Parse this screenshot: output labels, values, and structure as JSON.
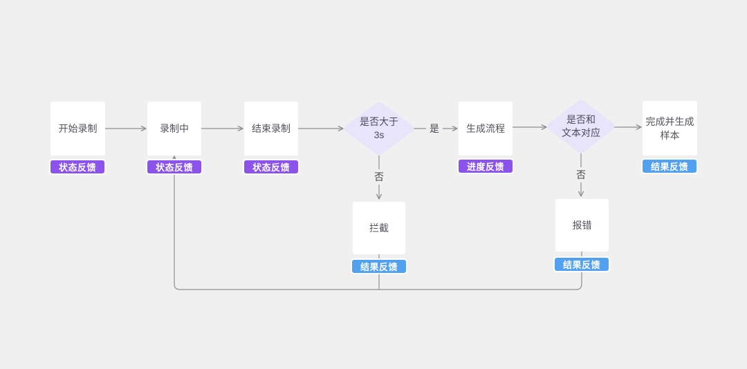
{
  "diagram": {
    "background": "#F0F0F1",
    "colors": {
      "purple_badge": "#8B53EC",
      "blue_badge": "#51A1F0",
      "diamond_fill": "#E8E4FA",
      "box_fill": "#FFFFFF",
      "line": "#8E8E8E"
    },
    "nodes": [
      {
        "id": "start-recording",
        "shape": "box",
        "lines": [
          "开始录制"
        ],
        "badge": "状态反馈",
        "badge_color": "purple"
      },
      {
        "id": "recording",
        "shape": "box",
        "lines": [
          "录制中"
        ],
        "badge": "状态反馈",
        "badge_color": "purple"
      },
      {
        "id": "end-recording",
        "shape": "box",
        "lines": [
          "结束录制"
        ],
        "badge": "状态反馈",
        "badge_color": "purple"
      },
      {
        "id": "longer-than-3s",
        "shape": "diamond",
        "lines": [
          "是否大于",
          "3s"
        ]
      },
      {
        "id": "generate-flow",
        "shape": "box",
        "lines": [
          "生成流程"
        ],
        "badge": "进度反馈",
        "badge_color": "purple"
      },
      {
        "id": "match-text",
        "shape": "diamond",
        "lines": [
          "是否和",
          "文本对应"
        ]
      },
      {
        "id": "complete-sample",
        "shape": "box",
        "lines": [
          "完成并生成",
          "样本"
        ],
        "badge": "结果反馈",
        "badge_color": "blue"
      },
      {
        "id": "intercept",
        "shape": "box",
        "lines": [
          "拦截"
        ],
        "badge": "结果反馈",
        "badge_color": "blue"
      },
      {
        "id": "error",
        "shape": "box",
        "lines": [
          "报错"
        ],
        "badge": "结果反馈",
        "badge_color": "blue"
      }
    ],
    "edge_labels": [
      {
        "id": "yes",
        "text": "是"
      },
      {
        "id": "no-3s",
        "text": "否"
      },
      {
        "id": "no-match",
        "text": "否"
      }
    ]
  }
}
